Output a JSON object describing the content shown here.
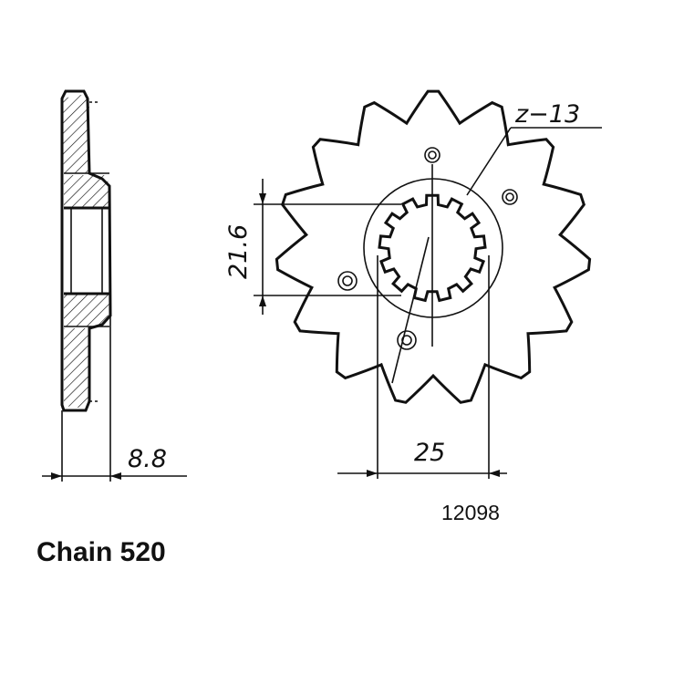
{
  "drawing": {
    "side_view": {
      "thickness_label": "8.8"
    },
    "front_view": {
      "teeth_label": "z−13",
      "bore_label": "21.6",
      "spline_label": "25",
      "teeth": 15
    },
    "part_number": "12098",
    "chain_caption": "Chain 520"
  }
}
